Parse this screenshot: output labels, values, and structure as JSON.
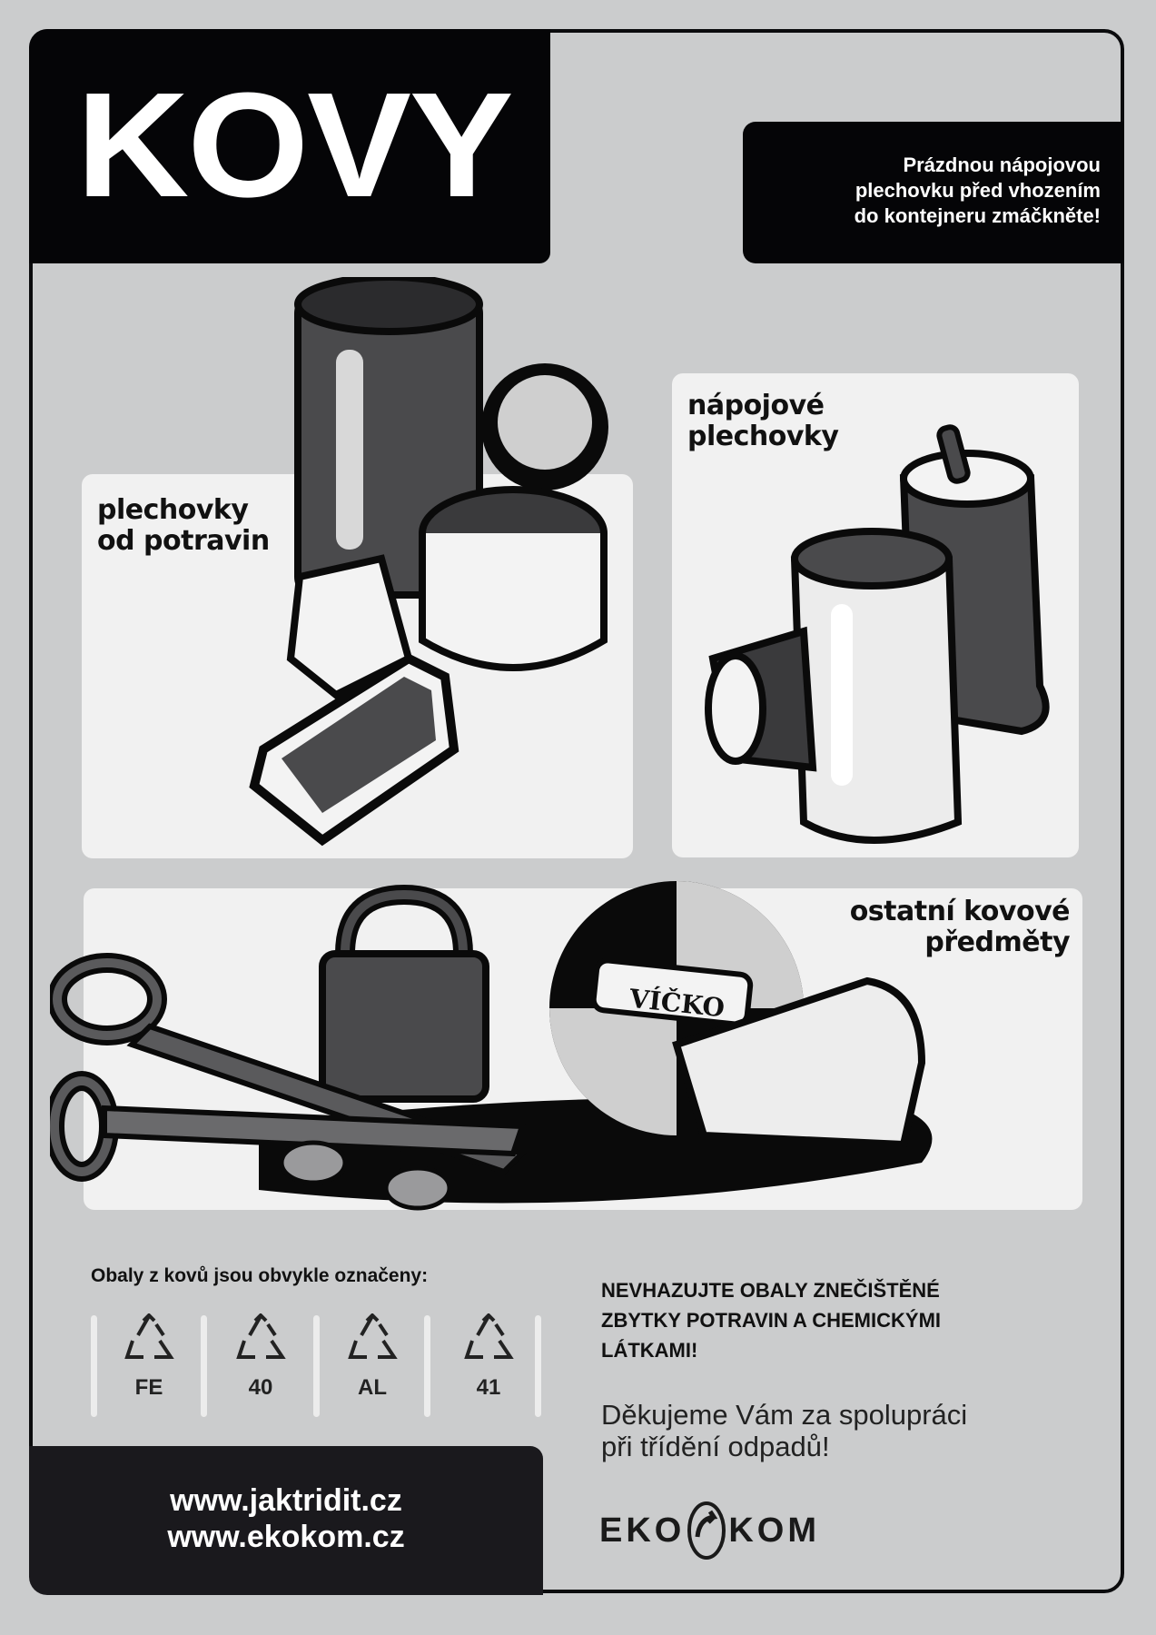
{
  "title": "KOVY",
  "tip": [
    "Prázdnou nápojovou",
    "plechovku před vhozením",
    "do kontejneru zmáčkněte!"
  ],
  "panels": {
    "food_cans": [
      "plechovky",
      "od potravin"
    ],
    "beverage_cans": [
      "nápojové",
      "plechovky"
    ],
    "other": [
      "ostatní kovové",
      "předměty"
    ],
    "lid_label": "VÍČKO"
  },
  "marking": {
    "heading": "Obaly z kovů jsou obvykle označeny:",
    "codes": [
      "FE",
      "40",
      "AL",
      "41"
    ]
  },
  "warning": [
    "NEVHAZUJTE OBALY ZNEČIŠTĚNÉ",
    "ZBYTKY POTRAVIN A CHEMICKÝMI",
    "LÁTKAMI!"
  ],
  "thanks": [
    "Děkujeme Vám za spolupráci",
    "při třídění odpadů!"
  ],
  "urls": [
    "www.jaktridit.cz",
    "www.ekokom.cz"
  ],
  "logo": {
    "left": "EKO",
    "right": "KOM"
  },
  "colors": {
    "background": "#cbcccd",
    "dark": "#050507",
    "panel": "#f1f1f1"
  }
}
